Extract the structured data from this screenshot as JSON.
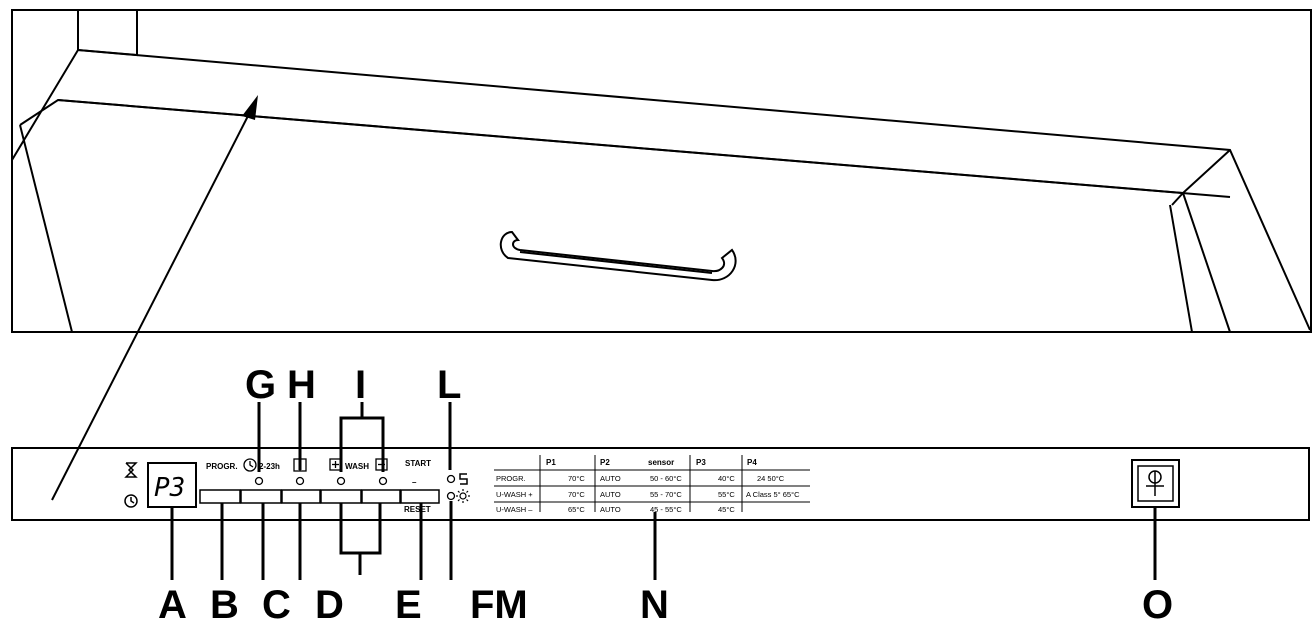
{
  "callouts": {
    "A": "A",
    "B": "B",
    "C": "C",
    "D": "D",
    "E": "E",
    "FM": "FM",
    "G": "G",
    "H": "H",
    "I": "I",
    "L": "L",
    "N": "N",
    "O": "O"
  },
  "display": {
    "value": "P3"
  },
  "panel_labels": {
    "progr": "PROGR.",
    "delay": "2-23h",
    "wash": "WASH",
    "start": "START",
    "dash": "–",
    "reset": "RESET"
  },
  "program_table": {
    "headers": [
      "P1",
      "P2",
      "sensor",
      "P3",
      "P4"
    ],
    "rows": [
      {
        "label": "PROGR.",
        "c1": "70°C",
        "c2": "AUTO",
        "c3": "50 - 60°C",
        "c4": "40°C",
        "c5": "24     50°C"
      },
      {
        "label": "U-WASH +",
        "c1": "70°C",
        "c2": "AUTO",
        "c3": "55 - 70°C",
        "c4": "55°C",
        "c5": "A Class 5° 65°C"
      },
      {
        "label": "U-WASH –",
        "c1": "65°C",
        "c2": "AUTO",
        "c3": "45 - 55°C",
        "c4": "45°C",
        "c5": ""
      }
    ]
  },
  "colors": {
    "line": "#000000",
    "background": "#ffffff"
  },
  "icons": [
    "hourglass-icon",
    "clock-icon",
    "delay-clock-icon",
    "half-load-icon",
    "plus-icon",
    "minus-icon",
    "salt-icon",
    "rinse-aid-icon",
    "power-switch-icon"
  ]
}
